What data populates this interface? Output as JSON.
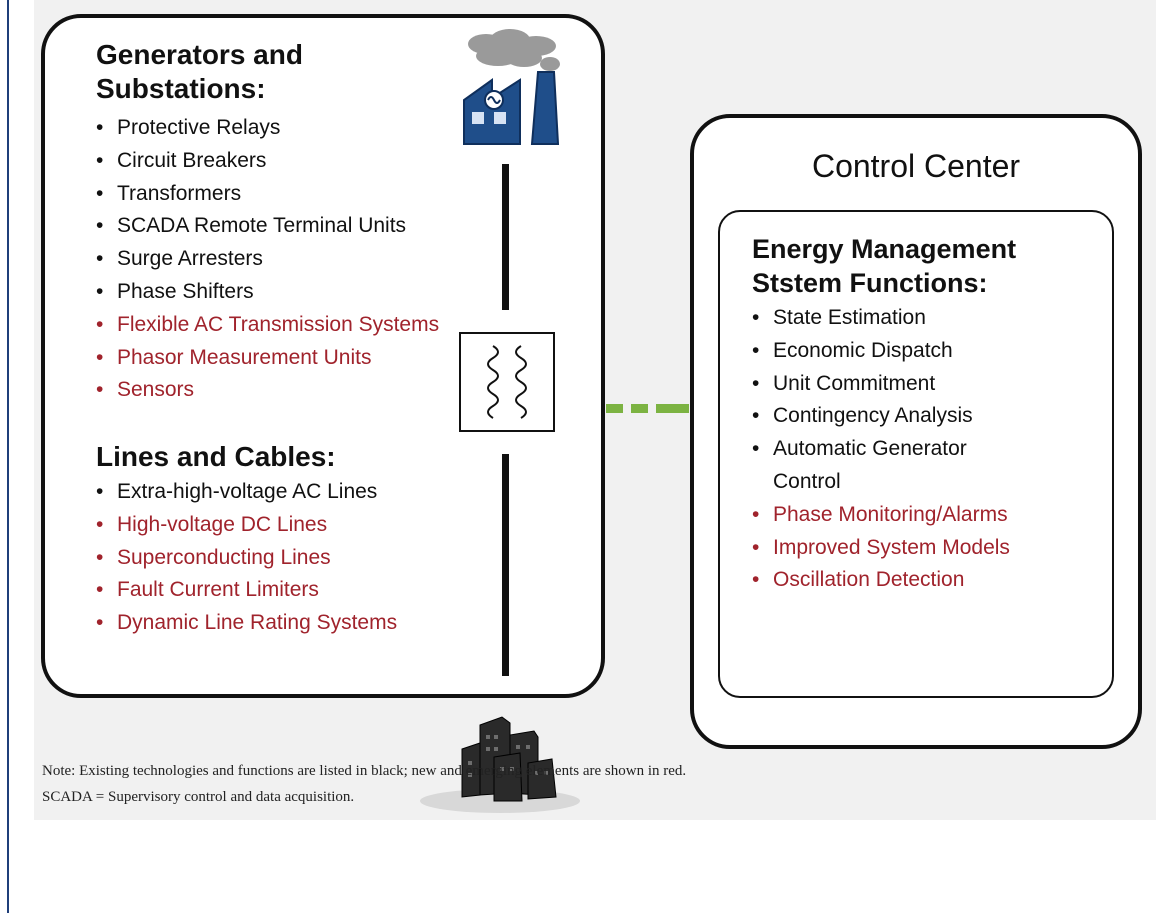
{
  "left_box": {
    "section1_title": "Generators and Substations:",
    "section1_items": [
      {
        "label": "Protective Relays",
        "color": "#111111"
      },
      {
        "label": "Circuit Breakers",
        "color": "#111111"
      },
      {
        "label": "Transformers",
        "color": "#111111"
      },
      {
        "label": "SCADA Remote Terminal Units",
        "color": "#111111"
      },
      {
        "label": "Surge Arresters",
        "color": "#111111"
      },
      {
        "label": "Phase Shifters",
        "color": "#111111"
      },
      {
        "label": "Flexible AC Transmission Systems",
        "color": "#a0232c"
      },
      {
        "label": "Phasor Measurement Units",
        "color": "#a0232c"
      },
      {
        "label": "Sensors",
        "color": "#a0232c"
      }
    ],
    "section2_title": "Lines and Cables:",
    "section2_items": [
      {
        "label": "Extra-high-voltage AC Lines",
        "color": "#111111"
      },
      {
        "label": "High-voltage DC Lines",
        "color": "#a0232c"
      },
      {
        "label": "Superconducting Lines",
        "color": "#a0232c"
      },
      {
        "label": "Fault Current Limiters",
        "color": "#a0232c"
      },
      {
        "label": "Dynamic Line Rating Systems",
        "color": "#a0232c"
      }
    ]
  },
  "right_box": {
    "title": "Control Center",
    "inner_title": "Energy Management Ststem Functions:",
    "items": [
      {
        "label": "State Estimation",
        "color": "#111111"
      },
      {
        "label": "Economic Dispatch",
        "color": "#111111"
      },
      {
        "label": "Unit Commitment",
        "color": "#111111"
      },
      {
        "label": "Contingency Analysis",
        "color": "#111111"
      },
      {
        "label": "Automatic Generator Control",
        "color": "#111111"
      },
      {
        "label": "Phase Monitoring/Alarms",
        "color": "#a0232c"
      },
      {
        "label": "Improved System Models",
        "color": "#a0232c"
      },
      {
        "label": "Oscillation Detection",
        "color": "#a0232c"
      }
    ]
  },
  "icons": {
    "factory": "factory-icon",
    "transformer": "transformer-icon",
    "city": "city-buildings-icon"
  },
  "connector_color": "#7cb342",
  "notes": {
    "line1": "Note: Existing technologies and functions are listed in black; new and emerging elements are shown in red.",
    "line2": "SCADA = Supervisory control and data acquisition."
  }
}
